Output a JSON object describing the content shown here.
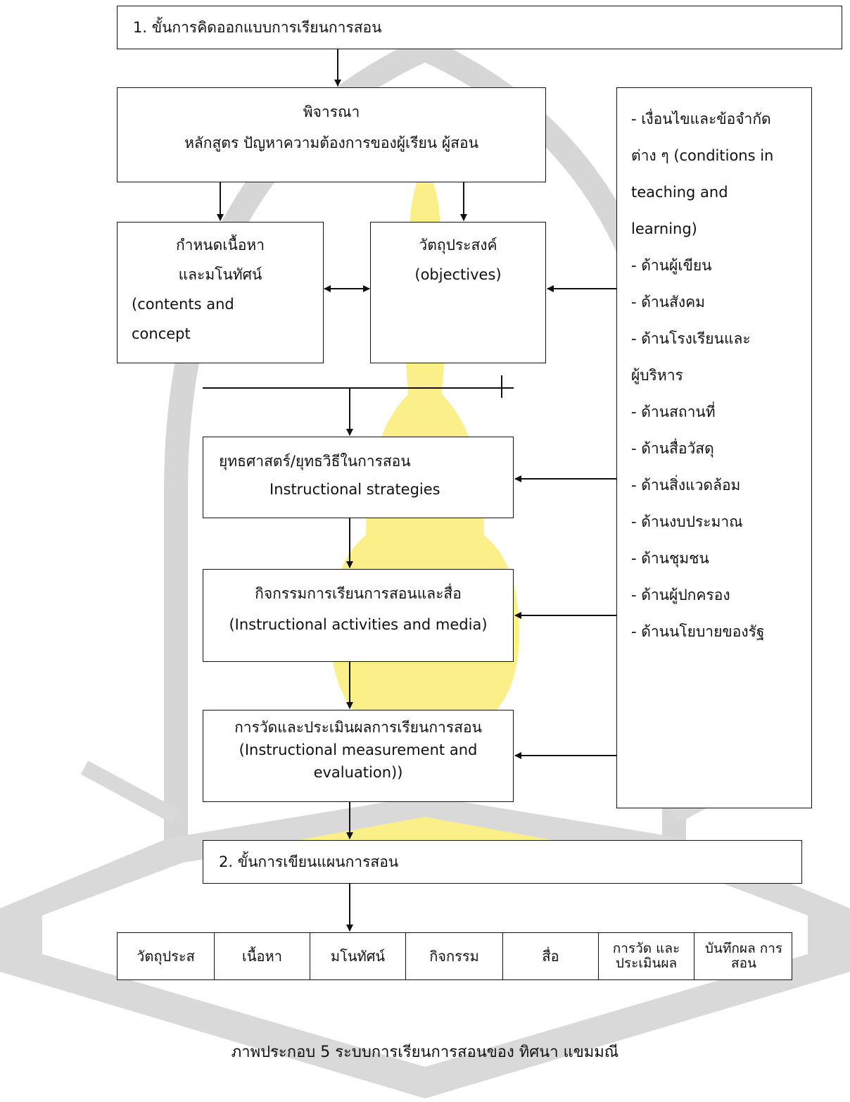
{
  "step1": {
    "label": "1. ขั้นการคิดออกแบบการเรียนการสอน"
  },
  "consider": {
    "title": "พิจารณา",
    "items": "หลักสูตร  ปัญหาความต้องการของผู้เรียน  ผู้สอน"
  },
  "content_box": {
    "line1": "กำหนดเนื้อหา",
    "line2": "และมโนทัศน์",
    "line3": "(contents and",
    "line4": "concept"
  },
  "objectives_box": {
    "line1": "วัตถุประสงค์",
    "line2": "(objectives)"
  },
  "conditions_box": {
    "lines": [
      "- เงื่อนไขและข้อจำกัด",
      "ต่าง ๆ (conditions in",
      "teaching and",
      "learning)",
      "- ด้านผู้เขียน",
      "- ด้านสังคม",
      "- ด้านโรงเรียนและ",
      "ผู้บริหาร",
      "- ด้านสถานที่",
      "- ด้านสื่อวัสดุ",
      "- ด้านสิ่งแวดล้อม",
      "- ด้านงบประมาณ",
      "- ด้านชุมชน",
      "- ด้านผู้ปกครอง",
      "- ด้านนโยบายของรัฐ"
    ]
  },
  "strategies_box": {
    "line1": "ยุทธศาสตร์/ยุทธวิธีในการสอน",
    "line2": "Instructional strategies"
  },
  "activities_box": {
    "line1": "กิจกรรมการเรียนการสอนและสื่อ",
    "line2": "(Instructional activities and media)"
  },
  "evaluation_box": {
    "line1": "การวัดและประเมินผลการเรียนการสอน",
    "line2": "(Instructional measurement and",
    "line3": "evaluation))"
  },
  "step2": {
    "label": "2. ขั้นการเขียนแผนการสอน"
  },
  "plan_table": {
    "cells": [
      "วัตถุประส",
      "เนื้อหา",
      "มโนทัศน์",
      "กิจกรรม",
      "สื่อ",
      "การวัด และ ประเมินผล",
      "บันทึกผล การสอน"
    ]
  },
  "caption": "ภาพประกอบ 5 ระบบการเรียนการสอนของ ทิศนา แขมมณี",
  "colors": {
    "line": "#111111",
    "watermark_gray": "#d9d9d9",
    "watermark_yellow": "#fbef8a"
  }
}
